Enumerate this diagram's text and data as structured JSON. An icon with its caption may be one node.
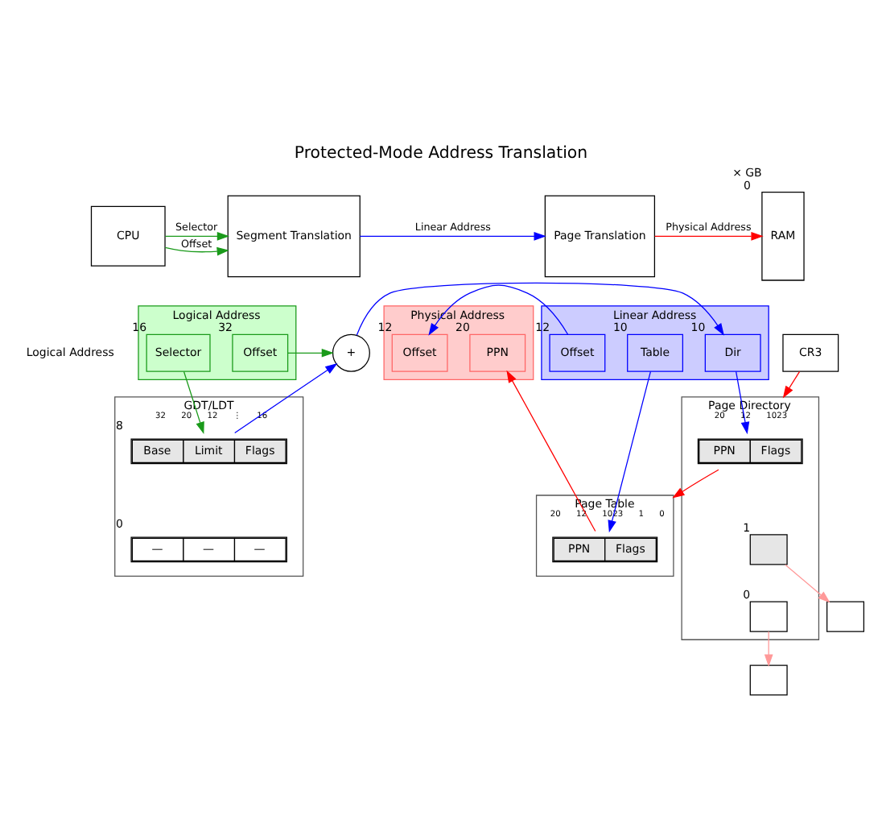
{
  "diagram": {
    "title": "Protected-Mode Address Translation",
    "nodes": [
      {
        "text": [
          "CPU"
        ]
      },
      {
        "text": [
          "Segment Translation"
        ]
      },
      {
        "text": [
          "Page Translation"
        ]
      },
      {
        "text": [
          "RAM"
        ],
        "beside": [
          "× GB",
          "0"
        ]
      },
      {
        "text": [
          "Logical Address"
        ]
      },
      {
        "text": [
          "Selector"
        ],
        "in": 4,
        "beside": [
          "16"
        ]
      },
      {
        "text": [
          "Offset"
        ],
        "in": 4,
        "beside": [
          "32"
        ]
      },
      {
        "text": [
          "+"
        ]
      },
      {
        "text": [
          "GDT/LDT"
        ],
        "beside": [
          "32",
          "20",
          "12",
          "⋮",
          "16"
        ]
      },
      {
        "text": [
          "Base",
          "Limit",
          "Flags"
        ],
        "in": 8,
        "beside": [
          "8"
        ]
      },
      {
        "text": [
          "—",
          "—",
          "—"
        ],
        "in": 8,
        "beside": [
          "0"
        ]
      },
      {
        "text": [
          "Linear Address"
        ]
      },
      {
        "text": [
          "Dir"
        ],
        "in": 11,
        "beside": [
          "10"
        ]
      },
      {
        "text": [
          "Table"
        ],
        "in": 11,
        "beside": [
          "10"
        ]
      },
      {
        "text": [
          "Offset"
        ],
        "in": 11,
        "beside": [
          "12"
        ]
      },
      {
        "text": [
          "Physical Address"
        ]
      },
      {
        "text": [
          "PPN"
        ],
        "in": 15,
        "beside": [
          "20"
        ]
      },
      {
        "text": [
          "Offset"
        ],
        "in": 15,
        "beside": [
          "12"
        ]
      },
      {
        "text": [
          "Page Table"
        ],
        "beside": [
          "20",
          "12",
          "1023",
          "1",
          "0"
        ]
      },
      {
        "text": [
          "PPN",
          "Flags"
        ],
        "in": 18
      },
      {
        "text": [
          "Page Directory"
        ],
        "beside": [
          "20",
          "12",
          "1023"
        ]
      },
      {
        "text": [
          "PPN",
          "Flags"
        ],
        "in": 20
      },
      {
        "text": [],
        "shape": "box",
        "in": 20,
        "beside": [
          "1"
        ]
      },
      {
        "text": [],
        "shape": "box",
        "in": 20,
        "beside": [
          "0"
        ]
      },
      {
        "text": [
          "CR3"
        ]
      },
      {
        "text": [],
        "shape": "box"
      },
      {
        "text": [],
        "shape": "box"
      }
    ],
    "edges": [
      {
        "from": 0,
        "to": 1,
        "arrow": "to",
        "label": "Selector",
        "color": "#1a9a1a"
      },
      {
        "from": 0,
        "to": 1,
        "arrow": "to",
        "label": "Offset",
        "color": "#1a9a1a"
      },
      {
        "from": 1,
        "to": 2,
        "arrow": "to",
        "label": "Linear Address",
        "color": "#0000ff"
      },
      {
        "from": 2,
        "to": 3,
        "arrow": "to",
        "label": "Physical Address",
        "color": "#ff0000"
      },
      {
        "from": 5,
        "to": 9,
        "arrow": "to",
        "color": "#1a9a1a"
      },
      {
        "from": 6,
        "to": 7,
        "arrow": "to",
        "color": "#1a9a1a"
      },
      {
        "from": 9,
        "to": 7,
        "arrow": "to",
        "color": "#0000ff"
      },
      {
        "from": 7,
        "to": 12,
        "arrow": "to",
        "color": "#0000ff"
      },
      {
        "from": 12,
        "to": 21,
        "arrow": "to",
        "color": "#0000ff"
      },
      {
        "from": 13,
        "to": 19,
        "arrow": "to",
        "color": "#0000ff"
      },
      {
        "from": 14,
        "to": 17,
        "arrow": "to",
        "color": "#0000ff"
      },
      {
        "from": 19,
        "to": 16,
        "arrow": "to",
        "color": "#ff0000"
      },
      {
        "from": 21,
        "to": 18,
        "arrow": "to",
        "color": "#ff0000"
      },
      {
        "from": 24,
        "to": 20,
        "arrow": "to",
        "color": "#ff0000"
      },
      {
        "from": 22,
        "to": 25,
        "arrow": "to",
        "color": "#ff9999"
      },
      {
        "from": 23,
        "to": 26,
        "arrow": "to",
        "color": "#ff9999"
      }
    ],
    "labels": [
      "Logical Address"
    ]
  }
}
